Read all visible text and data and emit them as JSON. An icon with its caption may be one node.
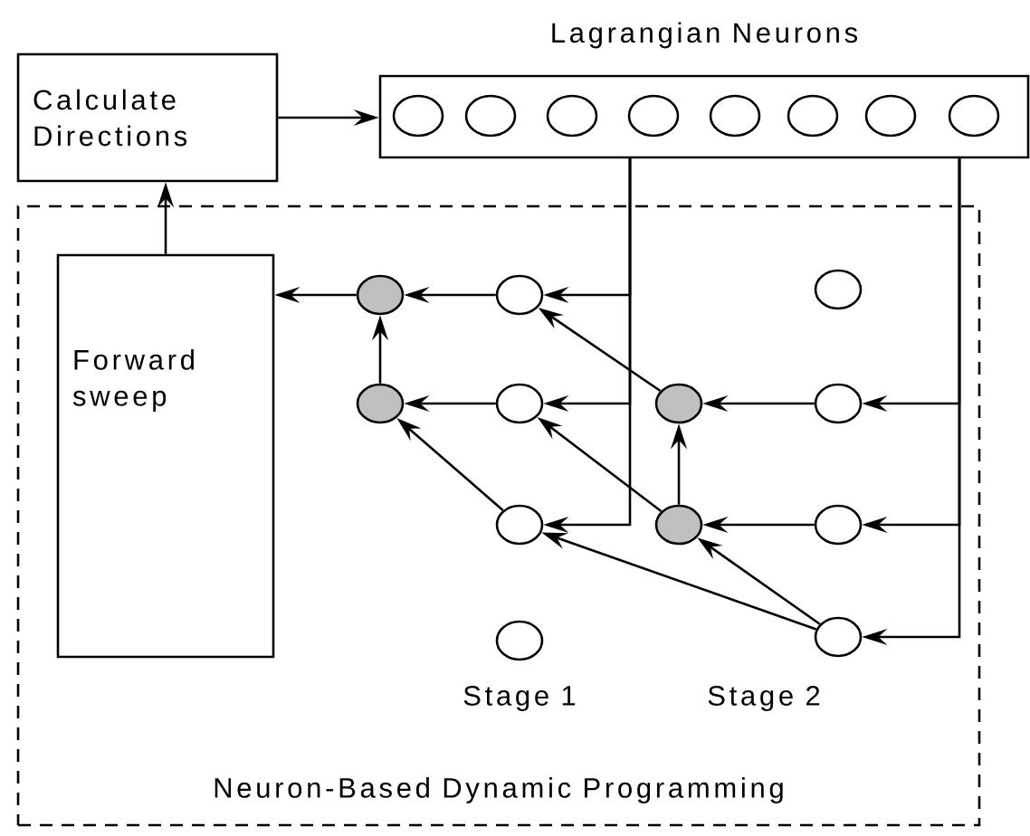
{
  "diagram": {
    "nodes": [
      {
        "text": [
          "Calculate Directions"
        ]
      },
      {
        "text": [
          "Lagrangian Neurons"
        ]
      },
      {
        "text": [],
        "shape": "circle",
        "in": 1
      },
      {
        "text": [],
        "shape": "circle",
        "in": 1
      },
      {
        "text": [],
        "shape": "circle",
        "in": 1
      },
      {
        "text": [],
        "shape": "circle",
        "in": 1
      },
      {
        "text": [],
        "shape": "circle",
        "in": 1
      },
      {
        "text": [],
        "shape": "circle",
        "in": 1
      },
      {
        "text": [],
        "shape": "circle",
        "in": 1
      },
      {
        "text": [],
        "shape": "circle",
        "in": 1
      },
      {
        "text": [
          "Neuron-Based Dynamic Programming"
        ]
      },
      {
        "text": [
          "Forward sweep"
        ],
        "in": 10
      },
      {
        "text": [],
        "shape": "circle",
        "in": 10
      },
      {
        "text": [],
        "shape": "circle",
        "in": 10
      },
      {
        "text": [],
        "shape": "circle",
        "in": 10
      },
      {
        "text": [],
        "shape": "circle",
        "in": 10
      },
      {
        "text": [],
        "shape": "circle",
        "in": 10
      },
      {
        "text": [],
        "shape": "circle",
        "in": 10
      },
      {
        "text": [],
        "shape": "circle",
        "in": 10
      },
      {
        "text": [],
        "shape": "circle",
        "in": 10
      },
      {
        "text": [],
        "shape": "circle",
        "in": 10
      },
      {
        "text": [],
        "shape": "circle",
        "in": 10
      },
      {
        "text": [],
        "shape": "circle",
        "in": 10
      },
      {
        "text": [],
        "shape": "circle",
        "in": 10
      }
    ],
    "edges": [
      {
        "from": 11,
        "to": 0,
        "arrow": "to"
      },
      {
        "from": 0,
        "to": 1,
        "arrow": "to"
      },
      {
        "from": 12,
        "to": 11,
        "arrow": "to"
      },
      {
        "from": 13,
        "to": 12,
        "arrow": "to"
      },
      {
        "from": 15,
        "to": 12,
        "arrow": "to"
      },
      {
        "from": 16,
        "to": 15,
        "arrow": "to"
      },
      {
        "from": 19,
        "to": 15,
        "arrow": "to"
      },
      {
        "from": 17,
        "to": 13,
        "arrow": "to"
      },
      {
        "from": 20,
        "to": 16,
        "arrow": "to"
      },
      {
        "from": 20,
        "to": 17,
        "arrow": "to"
      },
      {
        "from": 18,
        "to": 17,
        "arrow": "to"
      },
      {
        "from": 21,
        "to": 20,
        "arrow": "to"
      },
      {
        "from": 23,
        "to": 20,
        "arrow": "to"
      },
      {
        "from": 23,
        "to": 19,
        "arrow": "to"
      },
      {
        "from": 1,
        "to": 13,
        "arrow": "to"
      },
      {
        "from": 1,
        "to": 16,
        "arrow": "to"
      },
      {
        "from": 1,
        "to": 19,
        "arrow": "to"
      },
      {
        "from": 1,
        "to": 18,
        "arrow": "to"
      },
      {
        "from": 1,
        "to": 21,
        "arrow": "to"
      },
      {
        "from": 1,
        "to": 23,
        "arrow": "to"
      }
    ],
    "labels": [
      "Stage 1",
      "Stage 2"
    ]
  }
}
